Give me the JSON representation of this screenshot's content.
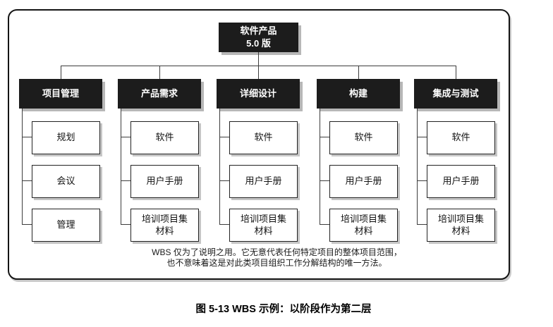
{
  "figure": {
    "caption": "图 5-13 WBS 示例：以阶段作为第二层",
    "note": "WBS 仅为了说明之用。它无意代表任何特定项目的整体项目范围，\n也不意味着这是对此类项目组织工作分解结构的唯一方法。"
  },
  "tree": {
    "root": {
      "label": "软件产品\n5.0 版"
    },
    "phases": [
      {
        "label": "项目管理",
        "children": [
          {
            "label": "规划"
          },
          {
            "label": "会议"
          },
          {
            "label": "管理"
          }
        ]
      },
      {
        "label": "产品需求",
        "children": [
          {
            "label": "软件"
          },
          {
            "label": "用户手册"
          },
          {
            "label": "培训项目集\n材料"
          }
        ]
      },
      {
        "label": "详细设计",
        "children": [
          {
            "label": "软件"
          },
          {
            "label": "用户手册"
          },
          {
            "label": "培训项目集\n材料"
          }
        ]
      },
      {
        "label": "构建",
        "children": [
          {
            "label": "软件"
          },
          {
            "label": "用户手册"
          },
          {
            "label": "培训项目集\n材料"
          }
        ]
      },
      {
        "label": "集成与测试",
        "children": [
          {
            "label": "软件"
          },
          {
            "label": "用户手册"
          },
          {
            "label": "培训项目集\n材料"
          }
        ]
      }
    ]
  },
  "colors": {
    "box_fill": "#1c1c1c",
    "box_text": "#ffffff",
    "box_shadow": "#b7b7b7",
    "connector_line": "#3d3d3d",
    "frame_border": "#141414"
  }
}
